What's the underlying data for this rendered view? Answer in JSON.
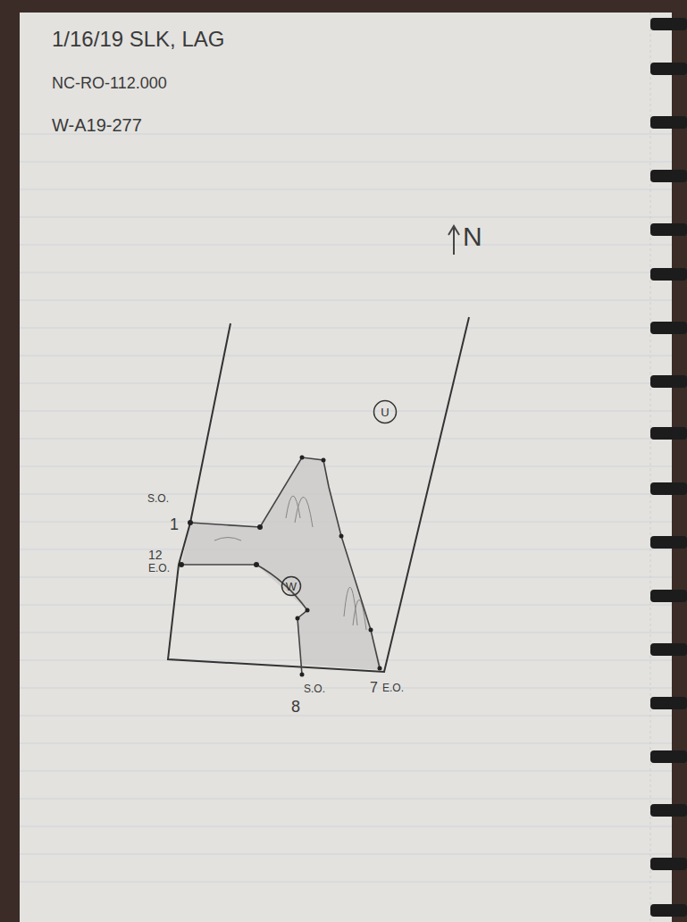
{
  "diagram": {
    "nodes": [
      {
        "text": [
          "U"
        ]
      },
      {
        "text": [
          "W"
        ]
      }
    ],
    "labels": [
      "1/16/19   SLK, LAG",
      "NC-RO-112.000",
      "W-A19-277",
      "N",
      "S.O.",
      "1",
      "12",
      "E.O.",
      "S.O.",
      "8",
      "7",
      "E.O."
    ]
  }
}
